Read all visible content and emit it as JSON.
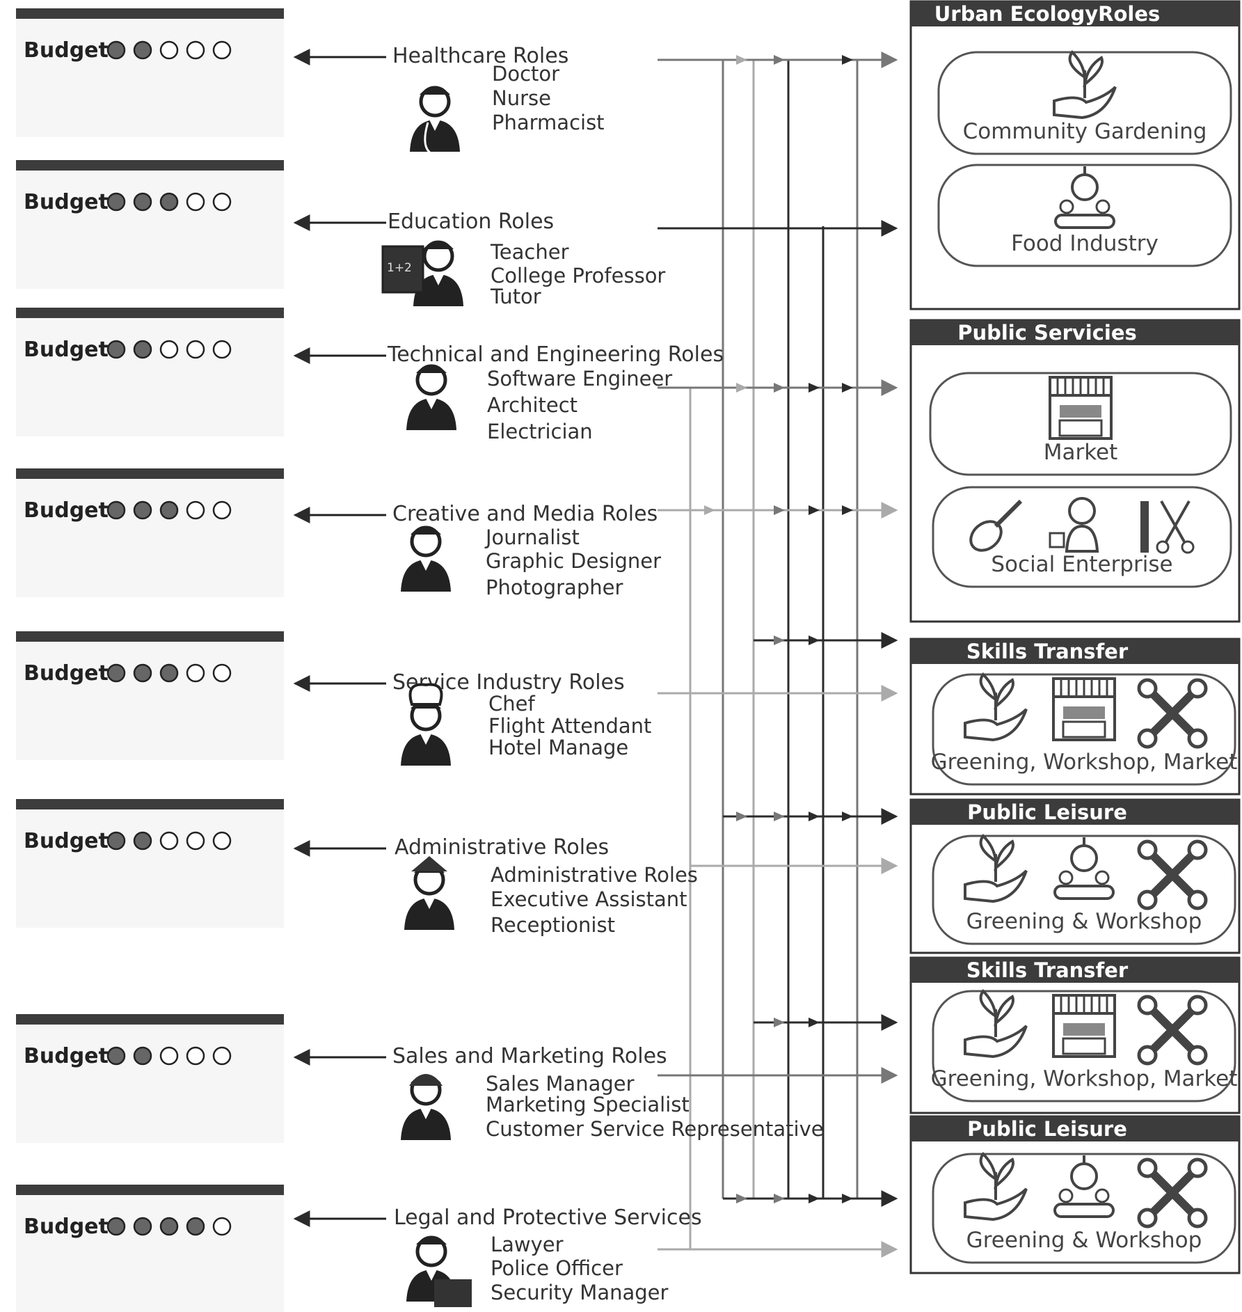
{
  "budget_label": "Budget:",
  "budget_max": 5,
  "rows": [
    {
      "title": "Healthcare Roles",
      "budget": 2,
      "items": [
        "Doctor",
        "Nurse",
        "Pharmacist"
      ],
      "icon": "doctor-icon"
    },
    {
      "title": "Education Roles",
      "budget": 3,
      "items": [
        "Teacher",
        "College Professor",
        "Tutor"
      ],
      "icon": "teacher-icon"
    },
    {
      "title": "Technical and Engineering Roles",
      "budget": 2,
      "items": [
        "Software Engineer",
        "Architect",
        "Electrician"
      ],
      "icon": "engineer-icon"
    },
    {
      "title": "Creative and Media Roles",
      "budget": 3,
      "items": [
        "Journalist",
        "Graphic Designer",
        "Photographer"
      ],
      "icon": "journalist-icon"
    },
    {
      "title": "Service Industry Roles",
      "budget": 3,
      "items": [
        "Chef",
        "Flight Attendant",
        "Hotel Manage"
      ],
      "icon": "chef-icon"
    },
    {
      "title": "Administrative Roles",
      "budget": 2,
      "items": [
        "Administrative Roles",
        "Executive Assistant",
        "Receptionist"
      ],
      "icon": "officer-icon"
    },
    {
      "title": "Sales and Marketing Roles",
      "budget": 2,
      "items": [
        "Sales Manager",
        "Marketing Specialist",
        "Customer Service Representative"
      ],
      "icon": "worker-icon"
    },
    {
      "title": "Legal and Protective Services",
      "budget": 4,
      "items": [
        "Lawyer",
        "Police Officer",
        "Security Manager"
      ],
      "icon": "lawyer-icon"
    }
  ],
  "panels": [
    {
      "title": "Urban EcologyRoles",
      "cards": [
        {
          "label": "Community Gardening",
          "icons": [
            "plant-hand-icon"
          ]
        },
        {
          "label": "Food Industry",
          "icons": [
            "food-factory-icon"
          ]
        }
      ]
    },
    {
      "title": "Public Servicies",
      "cards": [
        {
          "label": "Market",
          "icons": [
            "market-stall-icon"
          ]
        },
        {
          "label": "Social Enterprise",
          "icons": [
            "guitar-icon",
            "child-toys-icon",
            "comb-scissors-icon"
          ]
        }
      ]
    },
    {
      "title": "Skills Transfer",
      "cards": [
        {
          "label": "Greening, Workshop, Market",
          "icons": [
            "plant-hand-icon",
            "market-stall-icon",
            "tools-icon"
          ]
        }
      ]
    },
    {
      "title": "Public Leisure",
      "cards": [
        {
          "label": "Greening & Workshop",
          "icons": [
            "plant-hand-icon",
            "food-factory-icon",
            "tools-icon"
          ]
        }
      ]
    },
    {
      "title": "Skills Transfer",
      "cards": [
        {
          "label": "Greening, Workshop, Market",
          "icons": [
            "plant-hand-icon",
            "market-stall-icon",
            "tools-icon"
          ]
        }
      ]
    },
    {
      "title": "Public Leisure",
      "cards": [
        {
          "label": "Greening & Workshop",
          "icons": [
            "plant-hand-icon",
            "food-factory-icon",
            "tools-icon"
          ]
        }
      ]
    }
  ],
  "colors": {
    "dark": "#3a3a3a",
    "mid": "#6e6e6e",
    "light": "#a8a8a8",
    "panel_header": "#3c3c3c",
    "left_band": "#f6f6f6"
  }
}
